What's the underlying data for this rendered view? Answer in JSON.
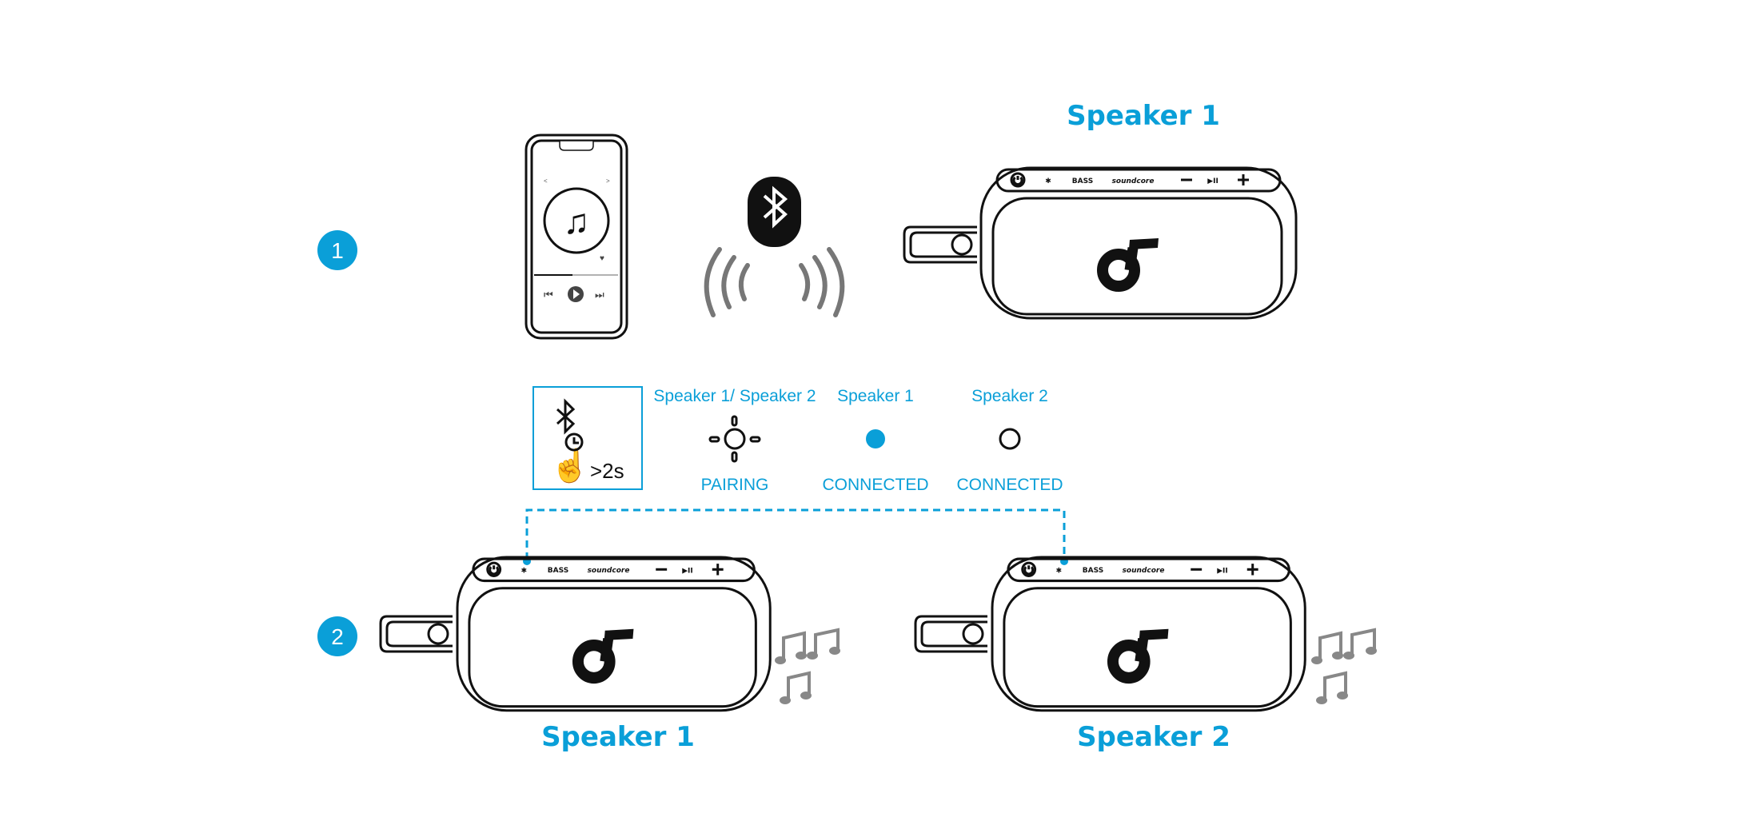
{
  "step1": {
    "number": "1",
    "speaker_title": "Speaker 1"
  },
  "indicator": {
    "hold_duration": ">2s",
    "columns": [
      {
        "header": "Speaker 1/ Speaker 2",
        "status": "PAIRING",
        "led": "blinking"
      },
      {
        "header": "Speaker 1",
        "status": "CONNECTED",
        "led": "solid-blue"
      },
      {
        "header": "Speaker 2",
        "status": "CONNECTED",
        "led": "off"
      }
    ]
  },
  "step2": {
    "number": "2",
    "speakers": [
      {
        "label": "Speaker 1"
      },
      {
        "label": "Speaker 2"
      }
    ]
  },
  "speaker_controls": {
    "brand": "soundcore",
    "bass": "BASS"
  },
  "colors": {
    "accent": "#0a9fd8",
    "line": "#111111",
    "wave": "#777777"
  }
}
